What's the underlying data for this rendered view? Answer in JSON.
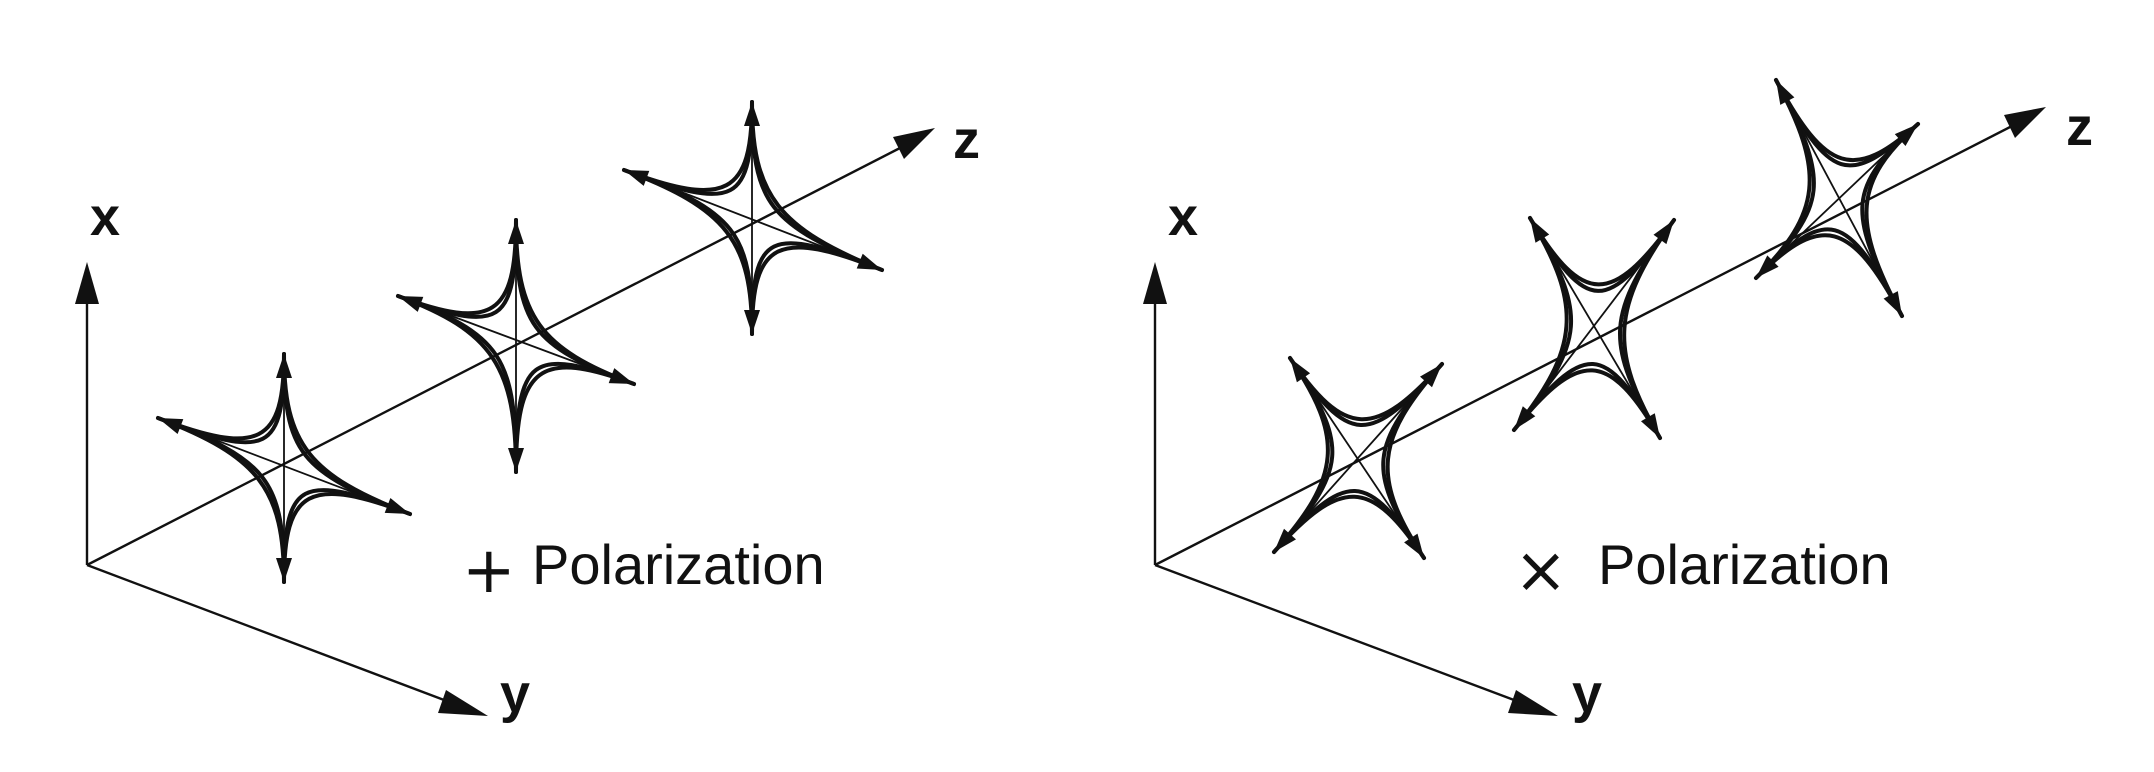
{
  "diagram": {
    "panels": [
      {
        "id": "plus",
        "axis_labels": {
          "x": "x",
          "y": "y",
          "z": "z"
        },
        "polarization_symbol": "+",
        "polarization_label": "Polarization"
      },
      {
        "id": "cross",
        "axis_labels": {
          "x": "x",
          "y": "y",
          "z": "z"
        },
        "polarization_symbol": "×",
        "polarization_label": "Polarization"
      }
    ],
    "colors": {
      "ink": "#111111",
      "background": "#ffffff"
    }
  }
}
